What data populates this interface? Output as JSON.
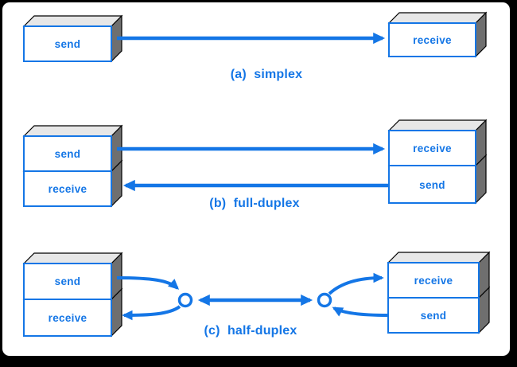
{
  "colors": {
    "accent_blue": "#1476E6",
    "box_top_gray": "#E7E7E7",
    "box_side_gray": "#6F6F6F",
    "outline_black": "#000000",
    "card_white": "#FFFFFF",
    "frame_black": "#000000"
  },
  "sections": [
    {
      "caption": "(a)  simplex",
      "left_box": {
        "cells": [
          "send"
        ]
      },
      "right_box": {
        "cells": [
          "receive"
        ]
      }
    },
    {
      "caption": "(b)  full-duplex",
      "left_box": {
        "cells": [
          "send",
          "receive"
        ]
      },
      "right_box": {
        "cells": [
          "receive",
          "send"
        ]
      }
    },
    {
      "caption": "(c)  half-duplex",
      "left_box": {
        "cells": [
          "send",
          "receive"
        ]
      },
      "right_box": {
        "cells": [
          "receive",
          "send"
        ]
      }
    }
  ]
}
